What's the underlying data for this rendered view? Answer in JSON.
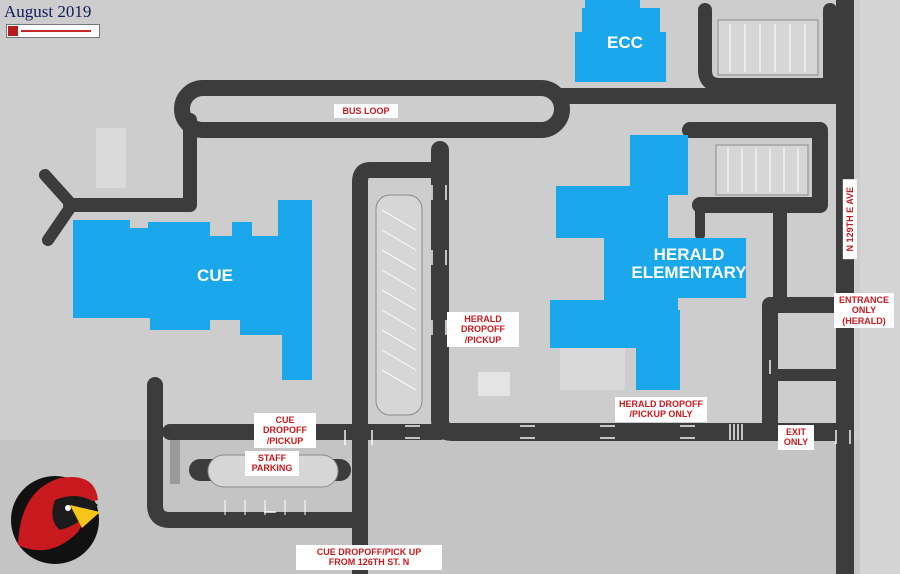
{
  "header": {
    "title": "August 2019"
  },
  "buildings": {
    "ecc": "ECC",
    "cue": "CUE",
    "herald_line1": "HERALD",
    "herald_line2": "ELEMENTARY"
  },
  "labels": {
    "bus_loop": "BUS LOOP",
    "herald_dropoff_l1": "HERALD DROPOFF",
    "herald_dropoff_l2": "/PICKUP",
    "herald_dropoff_only_l1": "HERALD DROPOFF",
    "herald_dropoff_only_l2": "/PICKUP ONLY",
    "cue_dropoff_l1": "CUE DROPOFF",
    "cue_dropoff_l2": "/PICKUP",
    "staff_parking_l1": "STAFF",
    "staff_parking_l2": "PARKING",
    "entrance_l1": "ENTRANCE",
    "entrance_l2": "ONLY",
    "entrance_l3": "(HERALD)",
    "exit_l1": "EXIT",
    "exit_l2": "ONLY",
    "cue_126_l1": "CUE DROPOFF/PICK UP",
    "cue_126_l2": "FROM 126TH ST. N",
    "street": "N 129TH E AVE"
  },
  "colors": {
    "building": "#1aa7ec",
    "road": "#3c3c3c",
    "tag_text": "#c8191f",
    "background": "#cfcfcf"
  },
  "icons": [
    "cardinal-mascot-icon",
    "site-logo-icon"
  ]
}
